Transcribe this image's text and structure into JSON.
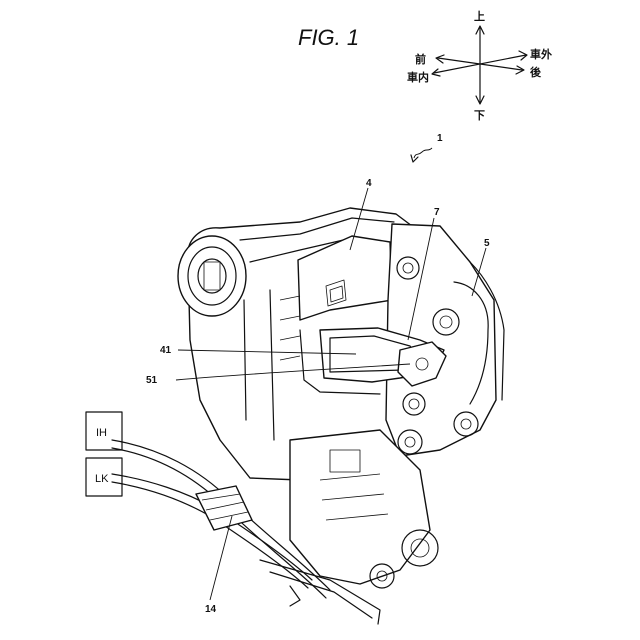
{
  "figure": {
    "title": "FIG. 1",
    "reference_numeral_assembly": "1",
    "labels": {
      "part_4": "4",
      "part_7": "7",
      "part_5": "5",
      "part_41": "41",
      "part_51": "51",
      "part_14": "14"
    },
    "boxes": {
      "ih": "IH",
      "lk": "LK"
    },
    "orientation": {
      "up": "上",
      "down": "下",
      "front": "前",
      "rear": "後",
      "vehicle_outer": "車外",
      "vehicle_inner": "車内"
    }
  }
}
